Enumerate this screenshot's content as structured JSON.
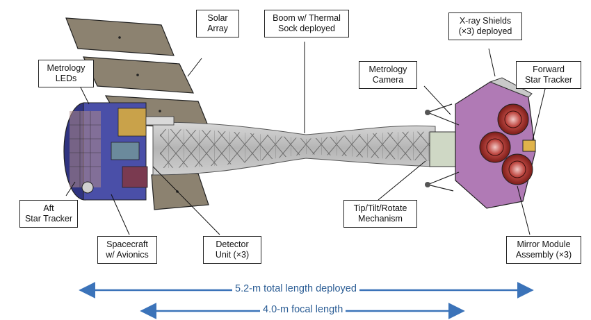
{
  "labels": {
    "solar_array": "Solar\nArray",
    "boom": "Boom w/ Thermal\nSock deployed",
    "xray_shields": "X-ray Shields\n(×3) deployed",
    "metrology_leds": "Metrology\nLEDs",
    "metrology_camera": "Metrology\nCamera",
    "forward_star_tracker": "Forward\nStar Tracker",
    "aft_star_tracker": "Aft\nStar Tracker",
    "tip_tilt": "Tip/Tilt/Rotate\nMechanism",
    "spacecraft": "Spacecraft\nw/ Avionics",
    "detector_unit": "Detector\nUnit (×3)",
    "mirror_module": "Mirror Module\nAssembly (×3)"
  },
  "dimensions": {
    "total_length": "5.2-m total length deployed",
    "focal_length": "4.0-m focal length"
  },
  "colors": {
    "dimension_arrow": "#3b73b9",
    "solar_panel": "#8c8270",
    "shield_purple": "#b07ab5",
    "spacecraft_blue": "#3b3f8f",
    "mirror_red": "#b0302a"
  }
}
